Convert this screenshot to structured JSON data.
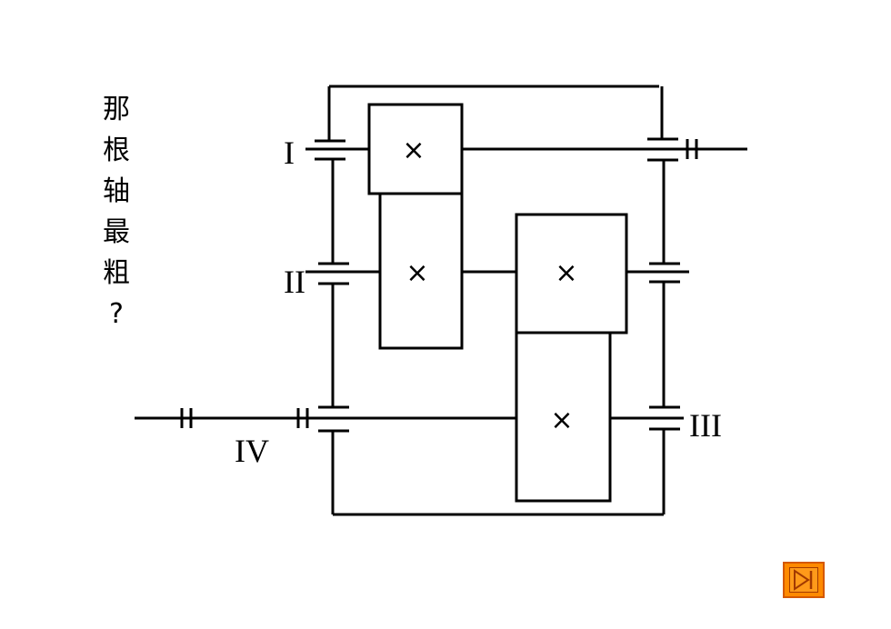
{
  "question_chars": [
    "那",
    "根",
    "轴",
    "最",
    "粗",
    "?"
  ],
  "shafts": {
    "I": "I",
    "II": "II",
    "III": "III",
    "IV": "IV"
  },
  "gear_mark": "×",
  "nav": {
    "next_icon": "play-next-icon",
    "accent_color": "#ff8a00"
  }
}
